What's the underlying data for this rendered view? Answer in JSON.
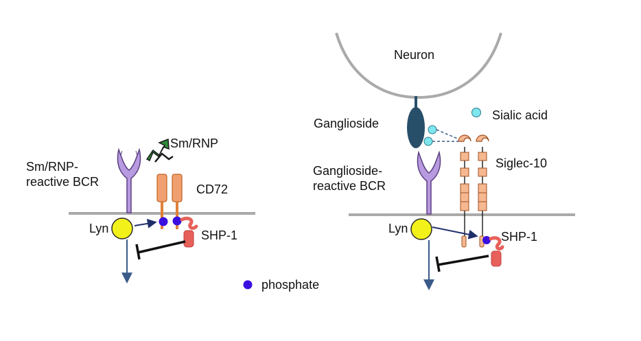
{
  "left_panel": {
    "bcr_label_line1": "Sm/RNP-",
    "bcr_label_line2": "reactive BCR",
    "antigen_label": "Sm/RNP",
    "coreceptor_label": "CD72",
    "kinase_label": "Lyn",
    "phosphatase_label": "SHP-1"
  },
  "right_panel": {
    "cell_label": "Neuron",
    "ganglioside_label": "Ganglioside",
    "sialic_acid_label": "Sialic acid",
    "siglec_label": "Siglec-10",
    "bcr_label_line1": "Ganglioside-",
    "bcr_label_line2": "reactive BCR",
    "kinase_label": "Lyn",
    "phosphatase_label": "SHP-1"
  },
  "legend": {
    "phosphate_label": "phosphate"
  },
  "colors": {
    "membrane": "#aaaaaa",
    "bcr": "#b89ae0",
    "bcr_outline": "#5a3f80",
    "cd72": "#f0a070",
    "cd72_outline": "#c06020",
    "lyn": "#f2f21a",
    "phosphate": "#3a10e0",
    "shp1": "#e8605a",
    "ganglioside": "#284f6a",
    "sialic_acid": "#7fe6f0",
    "siglec": "#f5b890",
    "signal_arrow": "#3a5a88",
    "inhibition": "#111111",
    "antigen": "#2f8a3a"
  }
}
